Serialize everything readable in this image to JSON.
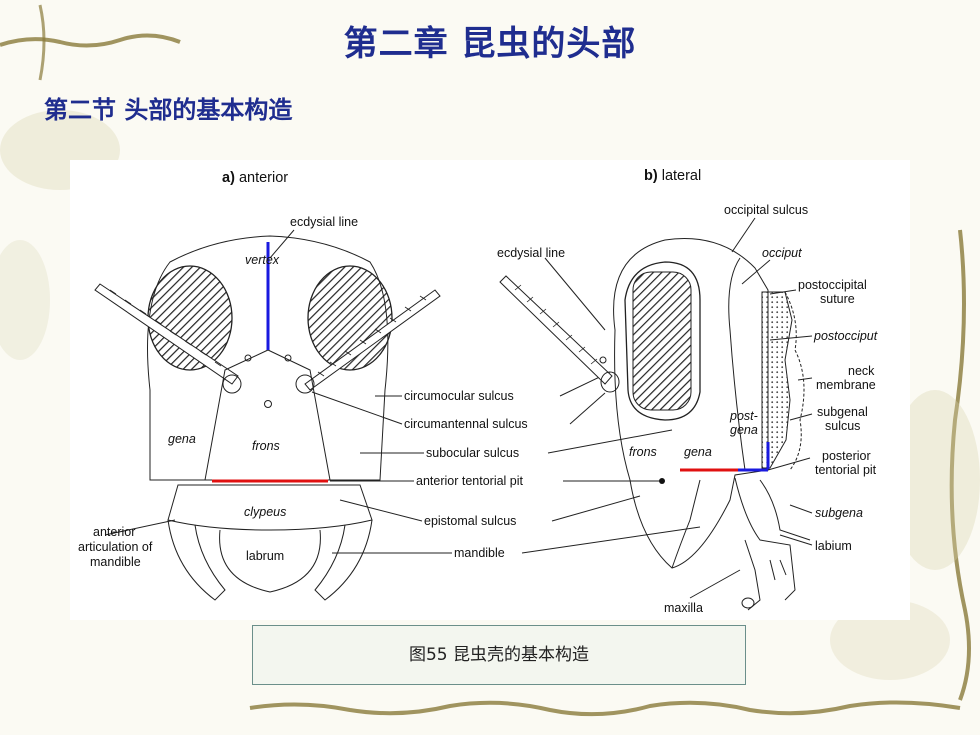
{
  "slide": {
    "title": "第二章 昆虫的头部",
    "subtitle": "第二节 头部的基本构造",
    "caption": "图55 昆虫壳的基本构造"
  },
  "anterior": {
    "heading_letter": "a)",
    "heading": "anterior",
    "labels": {
      "ecdysial_line": "ecdysial line",
      "vertex": "vertex",
      "gena": "gena",
      "frons": "frons",
      "clypeus": "clypeus",
      "labrum": "labrum",
      "anterior_articulation": [
        "anterior",
        "articulation of",
        "mandible"
      ]
    }
  },
  "middle_labels": {
    "circumocular": "circumocular sulcus",
    "circumantennal": "circumantennal sulcus",
    "subocular": "subocular sulcus",
    "anterior_tentorial": "anterior tentorial pit",
    "epistomal": "epistomal sulcus",
    "mandible": "mandible"
  },
  "lateral": {
    "heading_letter": "b)",
    "heading": "lateral",
    "labels": {
      "occipital_sulcus": "occipital sulcus",
      "ecdysial_line": "ecdysial line",
      "occiput": "occiput",
      "postoccipital_suture": [
        "postoccipital",
        "suture"
      ],
      "postocciput": "postocciput",
      "neck_membrane": [
        "neck",
        "membrane"
      ],
      "subgenal_sulcus": [
        "subgenal",
        "sulcus"
      ],
      "postgena": [
        "post-",
        "gena"
      ],
      "frons": "frons",
      "gena": "gena",
      "posterior_tentorial": [
        "posterior",
        "tentorial pit"
      ],
      "subgena": "subgena",
      "labium": "labium",
      "maxilla": "maxilla"
    }
  },
  "colors": {
    "title": "#1f2d8f",
    "ecdysial_highlight": "#1a1adf",
    "tentorial_highlight": "#e01010",
    "vine": "#8a7a3a"
  }
}
